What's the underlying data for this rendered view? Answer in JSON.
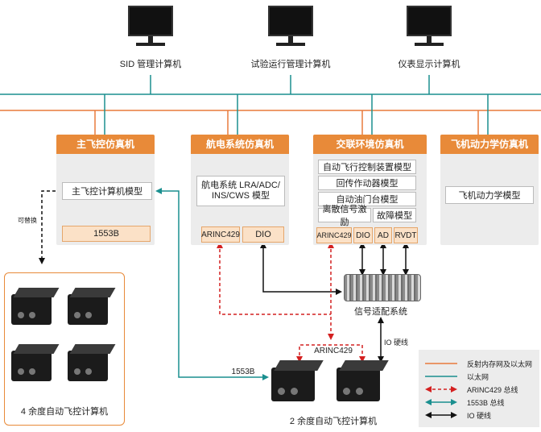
{
  "computers": {
    "sid": "SID 管理计算机",
    "trial": "试验运行管理计算机",
    "display": "仪表显示计算机"
  },
  "sims": {
    "main": {
      "title": "主飞控仿真机",
      "model": "主飞控计算机模型",
      "bus": "1553B"
    },
    "avionics": {
      "title": "航电系统仿真机",
      "model": "航电系统 LRA/ADC/ INS/CWS 模型",
      "arinc": "ARINC429",
      "dio": "DIO"
    },
    "cross": {
      "title": "交联环境仿真机",
      "models": [
        "自动飞行控制装置模型",
        "回传作动器模型",
        "自动油门台模型"
      ],
      "discrete": "离散信号激励",
      "fault": "故障模型",
      "ports": [
        "ARINC429",
        "DIO",
        "AD",
        "RVDT"
      ]
    },
    "dynamics": {
      "title": "飞机动力学仿真机",
      "model": "飞机动力学模型"
    }
  },
  "signal_system": "信号适配系统",
  "replaceable": "可替换",
  "four_redundancy": "4 余度自动飞控计算机",
  "two_redundancy": "2 余度自动飞控计算机",
  "link_labels": {
    "bus1553": "1553B",
    "arinc": "ARINC429",
    "io": "IO 硬线"
  },
  "legend": [
    {
      "text": "反射内存网及以太网",
      "color": "#e87a3c",
      "style": "line"
    },
    {
      "text": "以太网",
      "color": "#1a8f8f",
      "style": "line"
    },
    {
      "text": "ARINC429 总线",
      "color": "#d42020",
      "style": "dashed-arrow"
    },
    {
      "text": "1553B 总线",
      "color": "#1a8f8f",
      "style": "arrow"
    },
    {
      "text": "IO 硬线",
      "color": "#111111",
      "style": "arrow"
    }
  ]
}
